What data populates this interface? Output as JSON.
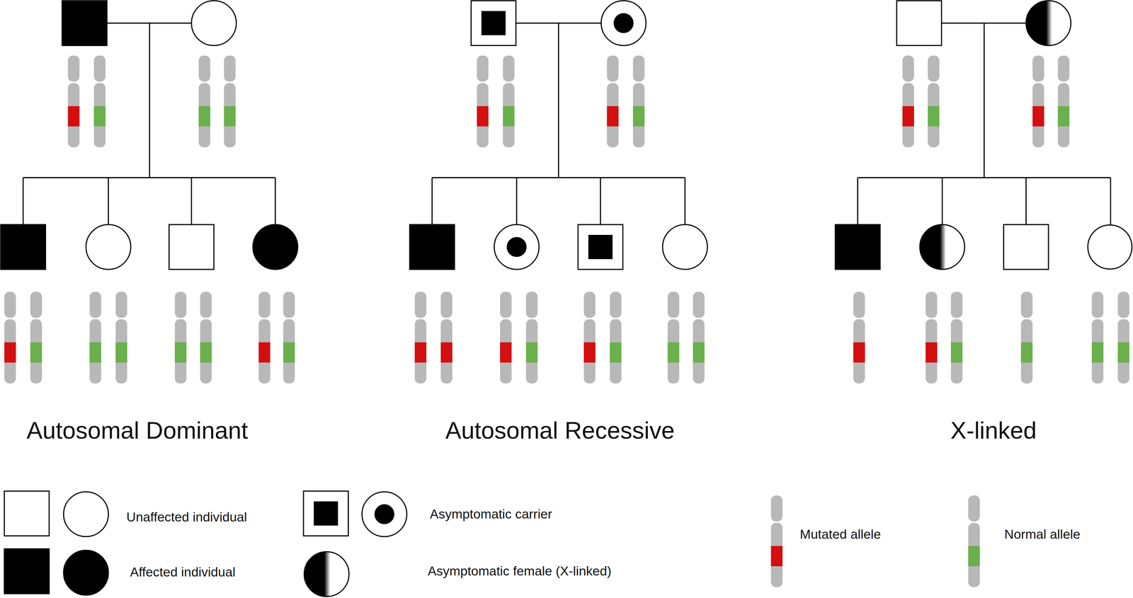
{
  "diagram": {
    "labels": [
      "Autosomal Dominant",
      "Autosomal Recessive",
      "X-linked"
    ],
    "legend": [
      {
        "text": "Unaffected individual"
      },
      {
        "text": "Affected individual"
      },
      {
        "text": "Asymptomatic carrier"
      },
      {
        "text": "Asymptomatic female (X-linked)"
      },
      {
        "text": "Mutated allele"
      },
      {
        "text": "Normal allele"
      }
    ]
  }
}
